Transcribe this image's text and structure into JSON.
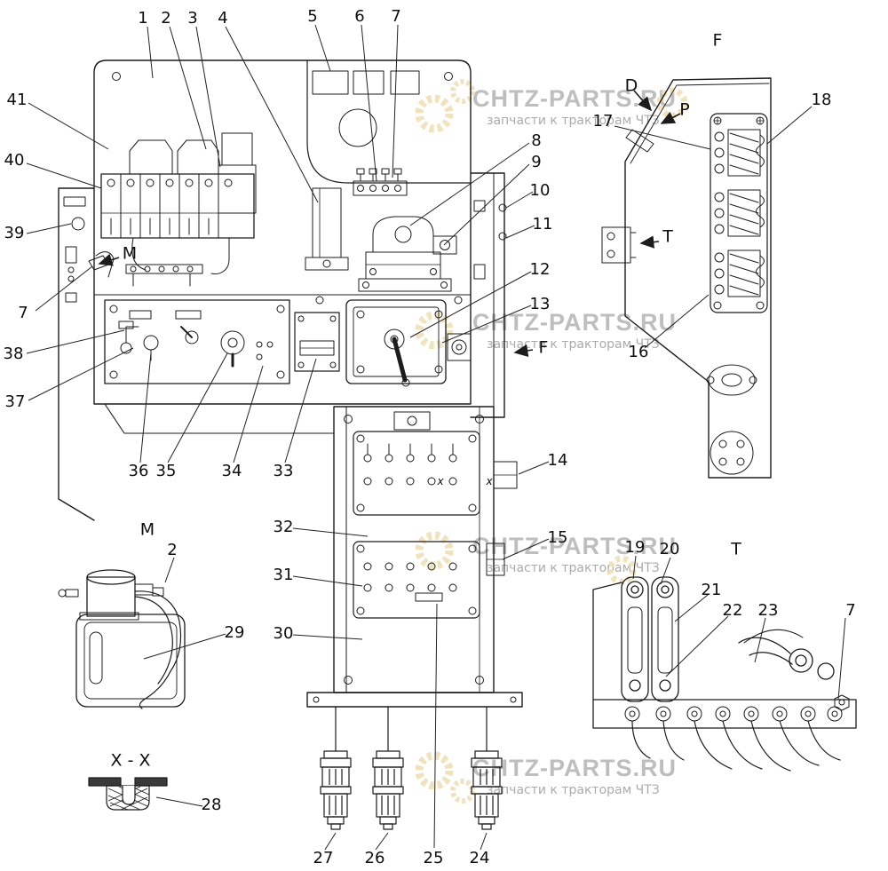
{
  "watermark": {
    "brand": "CHTZ-PARTS.RU",
    "tagline": "запчасти к тракторам ЧТЗ"
  },
  "view_labels": {
    "f": "F",
    "m": "M",
    "t": "T",
    "xx": "X - X"
  },
  "direction_labels": {
    "d": "D",
    "p": "P",
    "t": "T",
    "f": "F",
    "m": "M"
  },
  "section_marks": {
    "left": "x",
    "right": "x"
  },
  "callouts": {
    "n1": "1",
    "n2": "2",
    "n3": "3",
    "n4": "4",
    "n5": "5",
    "n6": "6",
    "n7_top": "7",
    "n41": "41",
    "n40": "40",
    "n39": "39",
    "n7_left": "7",
    "n38": "38",
    "n37": "37",
    "n8": "8",
    "n9": "9",
    "n10": "10",
    "n11": "11",
    "n12": "12",
    "n13": "13",
    "n14": "14",
    "n15": "15",
    "n36": "36",
    "n35": "35",
    "n34": "34",
    "n33": "33",
    "n32": "32",
    "n31": "31",
    "n30": "30",
    "n27": "27",
    "n26": "26",
    "n25": "25",
    "n24": "24",
    "m_n2": "2",
    "n29": "29",
    "n28": "28",
    "n17": "17",
    "n18": "18",
    "n16": "16",
    "n19": "19",
    "n20": "20",
    "n21": "21",
    "n22": "22",
    "n23": "23",
    "n7_t": "7"
  }
}
